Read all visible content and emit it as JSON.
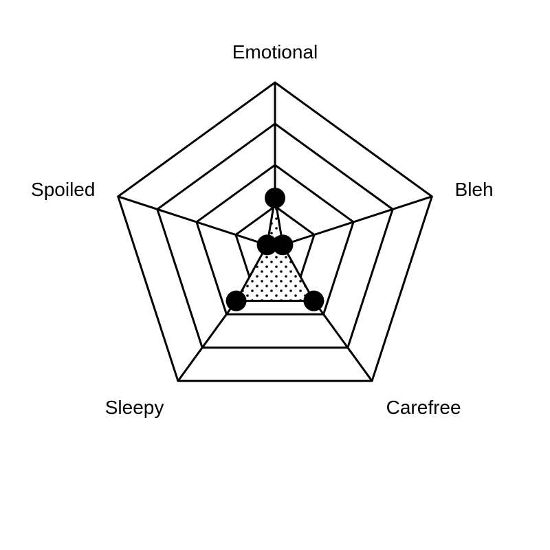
{
  "chart_data": {
    "type": "radar",
    "title": "",
    "axes": [
      "Emotional",
      "Bleh",
      "Carefree",
      "Sleepy",
      "Spoiled"
    ],
    "rmax": 4,
    "grid_levels": [
      1,
      2,
      3,
      4
    ],
    "series": [
      {
        "values": [
          1.2,
          0.2,
          1.6,
          1.6,
          0.2
        ],
        "fill_pattern": "dots",
        "marker": "filled-circle"
      }
    ],
    "grid": true,
    "legend": "none"
  },
  "colors": {
    "line": "#000000",
    "background": "#ffffff",
    "fill": "#ffffff"
  }
}
